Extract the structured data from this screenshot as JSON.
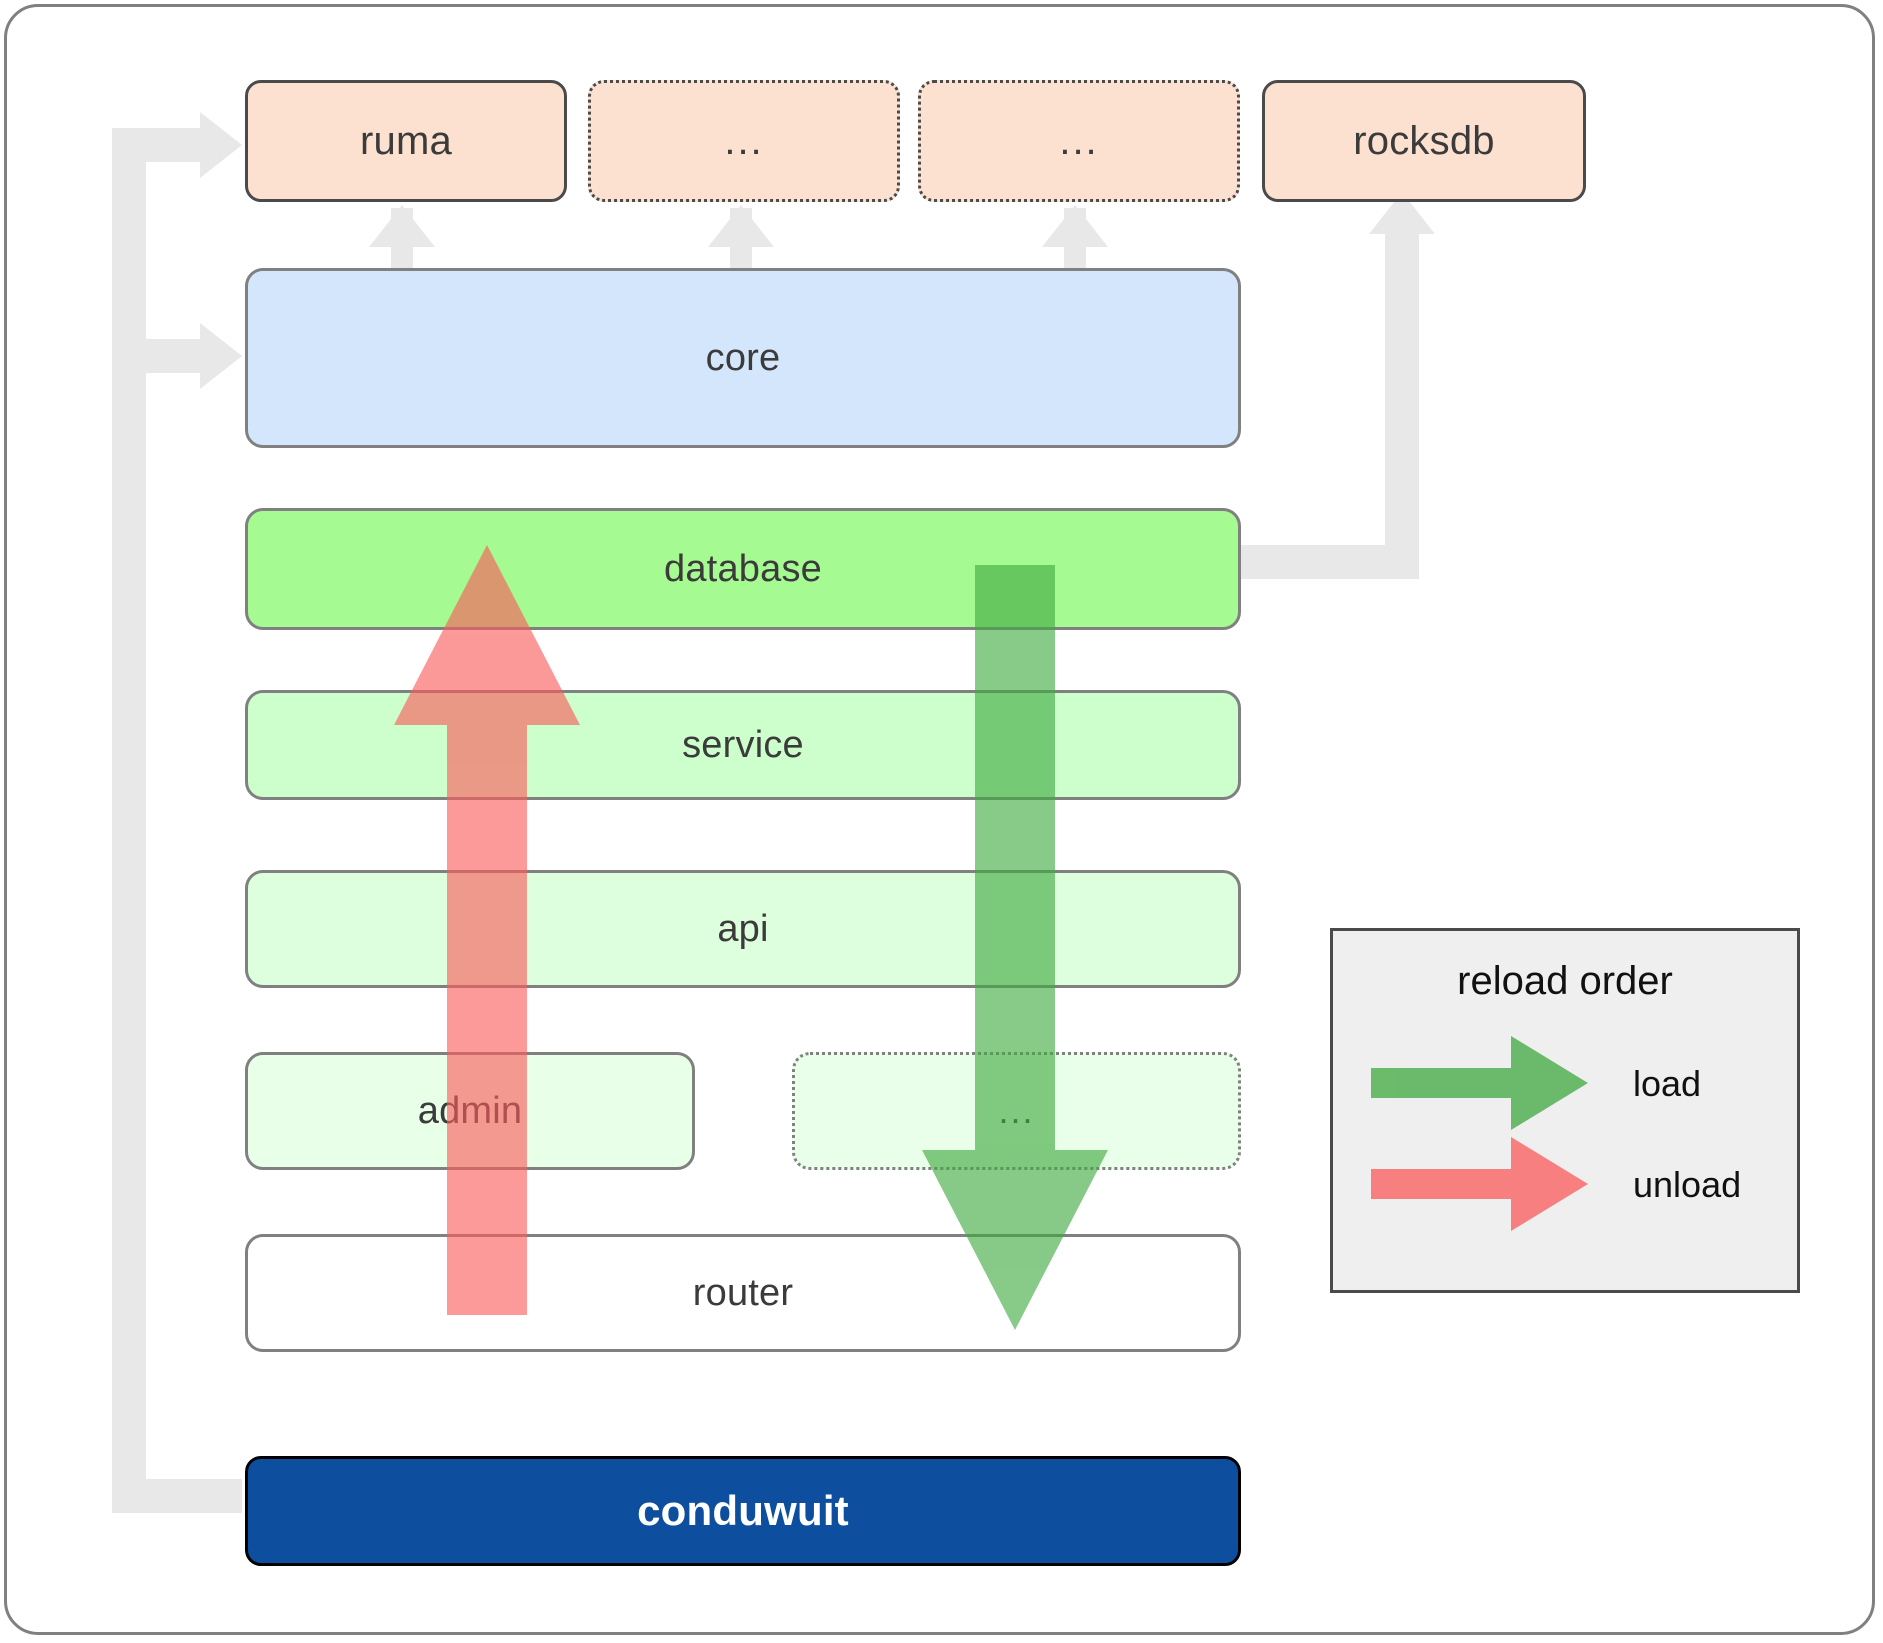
{
  "diagram": {
    "title": "conduwuit crate architecture / reload order",
    "dependencies": [
      {
        "label": "ruma",
        "style": "solid"
      },
      {
        "label": "...",
        "style": "dotted"
      },
      {
        "label": "...",
        "style": "dotted"
      },
      {
        "label": "rocksdb",
        "style": "solid"
      }
    ],
    "layers": [
      {
        "label": "core",
        "style": "solid"
      },
      {
        "label": "database",
        "style": "solid"
      },
      {
        "label": "service",
        "style": "solid"
      },
      {
        "label": "api",
        "style": "solid"
      },
      {
        "label": "admin",
        "style": "solid"
      },
      {
        "label": "...",
        "style": "dotted"
      },
      {
        "label": "router",
        "style": "solid"
      }
    ],
    "application": {
      "label": "conduwuit"
    },
    "legend": {
      "title": "reload order",
      "entries": [
        {
          "label": "load",
          "color": "#5CAF5C",
          "direction": "down"
        },
        {
          "label": "unload",
          "color": "#FA8787",
          "direction": "up"
        }
      ]
    },
    "colors": {
      "dependency_fill": "#FCE1D0",
      "dependency_stroke": "#4A4A4A",
      "core_fill": "#D4E6FB",
      "database_fill": "#A5FA91",
      "service_fill": "#CCFFCC",
      "api_fill": "#DDFFDD",
      "admin_fill": "#E8FFE8",
      "ellipsis_fill": "#EAFFEA",
      "router_fill": "#FFFFFF",
      "layer_stroke": "#808080",
      "application_fill": "#0D4F9E",
      "application_text": "#FFFFFF",
      "connector": "#E8E8E8",
      "load_arrow": "#5CAF5C",
      "unload_arrow": "#FA8787",
      "legend_fill": "#EFEFEF",
      "frame_stroke": "#808080"
    }
  }
}
